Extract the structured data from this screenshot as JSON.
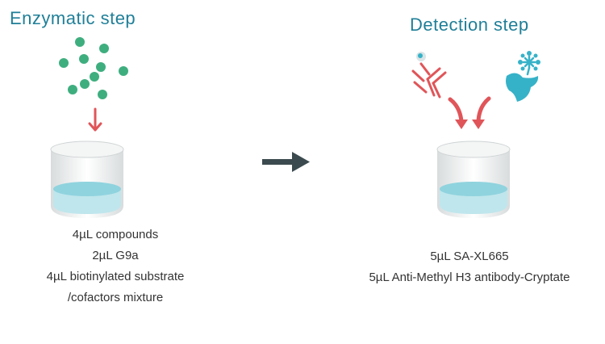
{
  "steps": [
    {
      "title": "Enzymatic step",
      "reagents": [
        "4µL compounds",
        "2µL G9a",
        "4µL biotinylated substrate",
        "/cofactors mixture"
      ]
    },
    {
      "title": "Detection step",
      "reagents": [
        "5µL SA-XL665",
        "5µL Anti-Methyl H3 antibody-Cryptate"
      ]
    }
  ],
  "colors": {
    "title": "#1f7f98",
    "dots": "#3fae7f",
    "arrow_red": "#e05559",
    "arrow_dark": "#3b4a4e",
    "liquid": "#8fd3de",
    "antibody_red": "#e05559",
    "streptavidin": "#36b2c8"
  },
  "icons": [
    "molecule-dots-icon",
    "down-arrow-icon",
    "well-icon",
    "process-arrow-icon",
    "antibody-icon",
    "streptavidin-icon",
    "curved-arrow-icon"
  ]
}
